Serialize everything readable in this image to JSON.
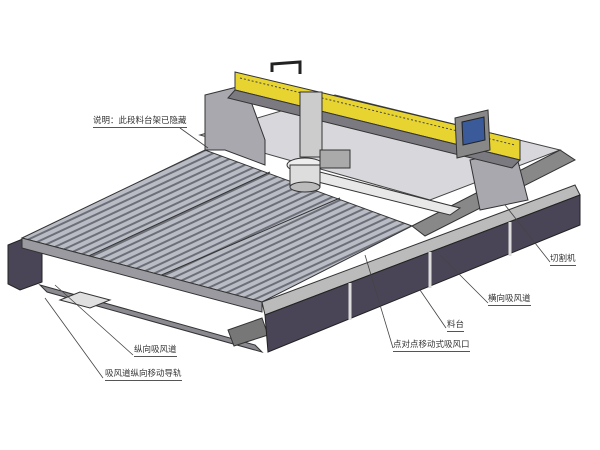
{
  "labels": {
    "note": "说明：此段料台架已隐藏",
    "longitudinal_duct": "纵向吸风道",
    "duct_guide_rail": "吸风道纵向移动导轨",
    "cutting_machine": "切割机",
    "transverse_duct": "横向吸风道",
    "material_table": "料台",
    "suction_port": "点对点移动式吸风口"
  },
  "colors": {
    "beam": "#e8d431",
    "screen": "#3a5a9a",
    "panel": "#4a4556",
    "frame": "#c8c8cc"
  }
}
